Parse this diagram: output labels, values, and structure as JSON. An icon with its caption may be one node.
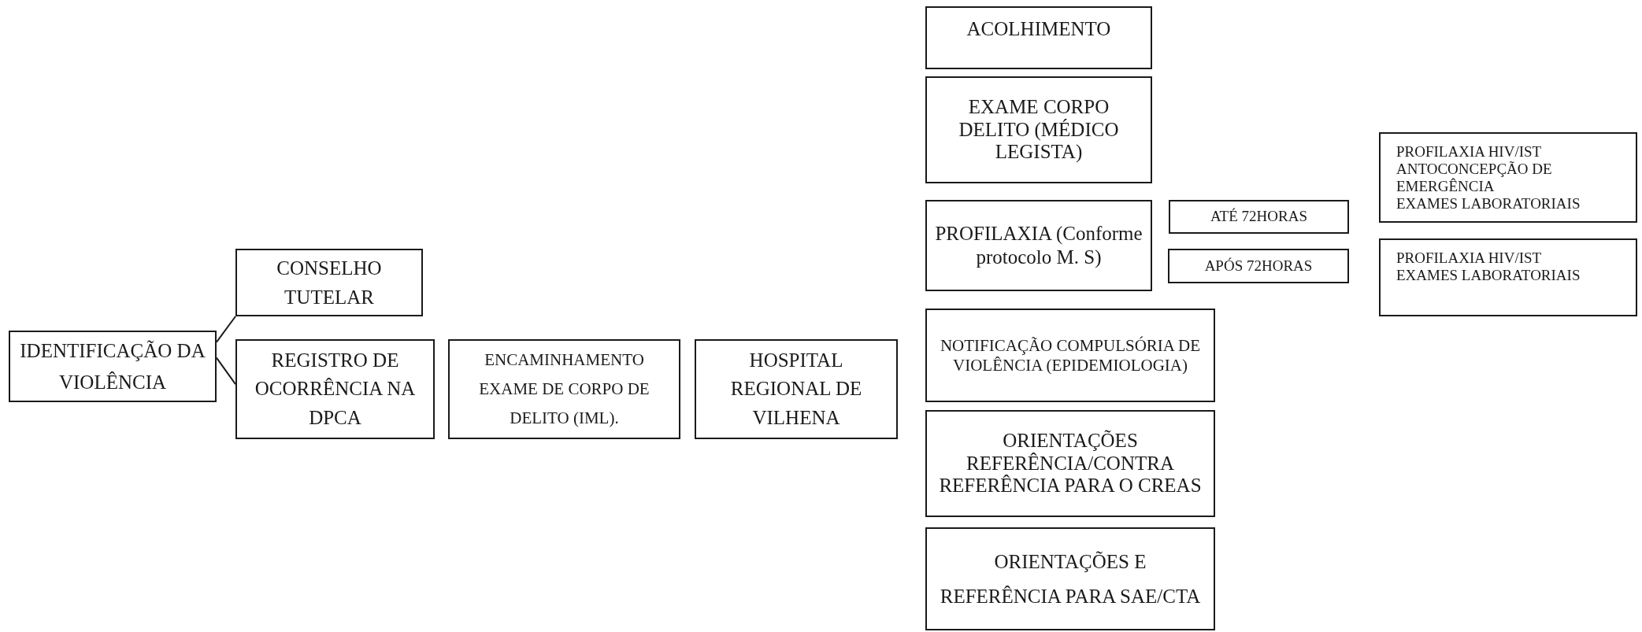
{
  "diagram": {
    "nodes": [
      {
        "text": [
          "IDENTIFICAÇÃO DA VIOLÊNCIA"
        ]
      },
      {
        "text": [
          "CONSELHO TUTELAR"
        ]
      },
      {
        "text": [
          "REGISTRO DE OCORRÊNCIA NA DPCA"
        ]
      },
      {
        "text": [
          "ENCAMINHAMENTO EXAME DE CORPO DE DELITO (IML)."
        ]
      },
      {
        "text": [
          "HOSPITAL REGIONAL DE VILHENA"
        ]
      },
      {
        "text": [
          "ACOLHIMENTO"
        ]
      },
      {
        "text": [
          "EXAME CORPO DELITO (MÉDICO LEGISTA)"
        ]
      },
      {
        "text": [
          "PROFILAXIA (Conforme protocolo M. S)"
        ]
      },
      {
        "text": [
          "ATÉ 72HORAS"
        ]
      },
      {
        "text": [
          "PROFILAXIA HIV/IST",
          "ANTOCONCEPÇÃO DE EMERGÊNCIA",
          "EXAMES LABORATORIAIS"
        ]
      },
      {
        "text": [
          "APÓS 72HORAS"
        ]
      },
      {
        "text": [
          "PROFILAXIA HIV/IST",
          "EXAMES LABORATORIAIS"
        ]
      },
      {
        "text": [
          "NOTIFICAÇÃO COMPULSÓRIA DE VIOLÊNCIA (EPIDEMIOLOGIA)"
        ]
      },
      {
        "text": [
          "ORIENTAÇÕES REFERÊNCIA/CONTRA REFERÊNCIA PARA O CREAS"
        ]
      },
      {
        "text": [
          "ORIENTAÇÕES E REFERÊNCIA PARA SAE/CTA"
        ]
      }
    ],
    "edges": [
      {
        "from": 0,
        "to": 1,
        "arrow": "none"
      },
      {
        "from": 0,
        "to": 2,
        "arrow": "none"
      }
    ]
  }
}
